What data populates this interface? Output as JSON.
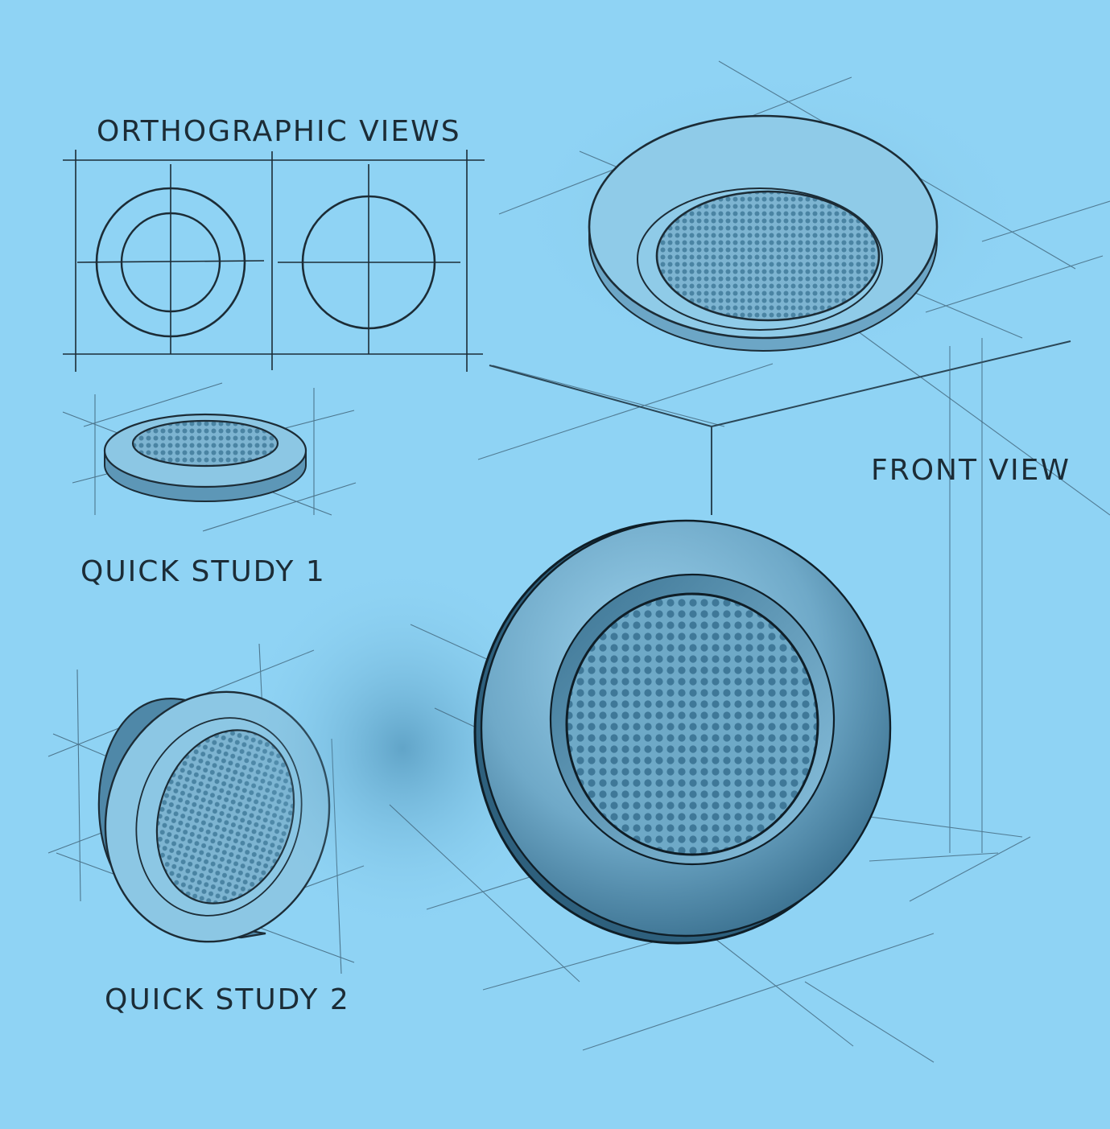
{
  "labels": {
    "orthographic": "ORTHOGRAPHIC VIEWS",
    "front": "FRONT VIEW",
    "study1": "QUICK STUDY 1",
    "study2": "QUICK STUDY 2"
  },
  "palette": {
    "background": "#8fd3f4",
    "ink": "#1c2c36",
    "construction": "#5f8ca6",
    "body_light": "#7fbfdd",
    "body_dark": "#3e7594",
    "mesh": "#6ea9c7",
    "mesh_dot": "#3f7898"
  },
  "icons": {
    "mesh": "perforated-grid",
    "object": "round-speaker-pad"
  }
}
